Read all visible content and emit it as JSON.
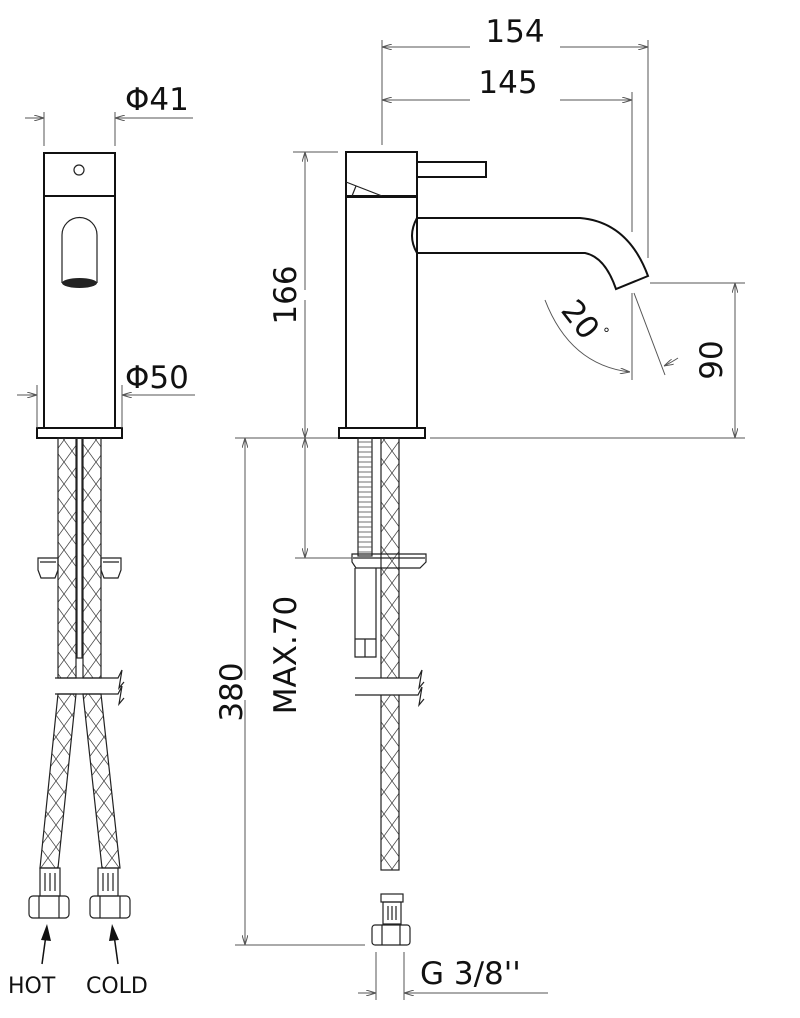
{
  "dimensions": {
    "width_overall": "154",
    "spout_reach": "145",
    "body_height": "166",
    "spout_height": "90",
    "spout_angle": "20",
    "spout_angle_unit": "°",
    "hose_length": "380",
    "max_thickness": "MAX.70",
    "top_diameter": "Φ41",
    "base_diameter": "Φ50",
    "connection_thread": "G  3/8''"
  },
  "labels": {
    "hot": "HOT",
    "cold": "COLD"
  },
  "colors": {
    "line": "#111111",
    "dimension": "#555555",
    "background": "#ffffff"
  }
}
